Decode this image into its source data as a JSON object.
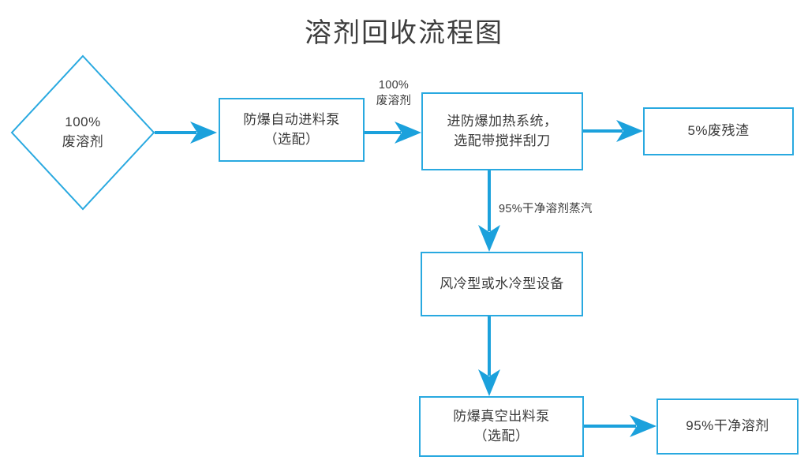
{
  "title": "溶剂回收流程图",
  "colors": {
    "accent": "#29a9e0",
    "arrow": "#1ba1dc",
    "text": "#3a3a3a",
    "background": "#ffffff"
  },
  "nodes": {
    "start": {
      "shape": "diamond",
      "line1": "100%",
      "line2": "废溶剂"
    },
    "feed_pump": {
      "shape": "rect",
      "line1": "防爆自动进料泵",
      "line2": "（选配）"
    },
    "heating_system": {
      "shape": "rect",
      "line1": "进防爆加热系统，",
      "line2": "选配带搅拌刮刀"
    },
    "residue": {
      "shape": "rect",
      "line1": "5%废残渣",
      "line2": ""
    },
    "cooler": {
      "shape": "rect",
      "line1": "风冷型或水冷型设备",
      "line2": ""
    },
    "discharge_pump": {
      "shape": "rect",
      "line1": "防爆真空出料泵",
      "line2": "（选配）"
    },
    "clean_solvent": {
      "shape": "rect",
      "line1": "95%干净溶剂",
      "line2": ""
    }
  },
  "edges": {
    "start_to_feed": {
      "label_line1": "",
      "label_line2": ""
    },
    "feed_to_heating": {
      "label_line1": "100%",
      "label_line2": "废溶剂"
    },
    "heating_to_residue": {
      "label_line1": "",
      "label_line2": ""
    },
    "heating_to_cooler": {
      "label_line1": "95%干净溶剂蒸汽",
      "label_line2": ""
    },
    "cooler_to_discharge": {
      "label_line1": "",
      "label_line2": ""
    },
    "discharge_to_clean": {
      "label_line1": "",
      "label_line2": ""
    }
  }
}
